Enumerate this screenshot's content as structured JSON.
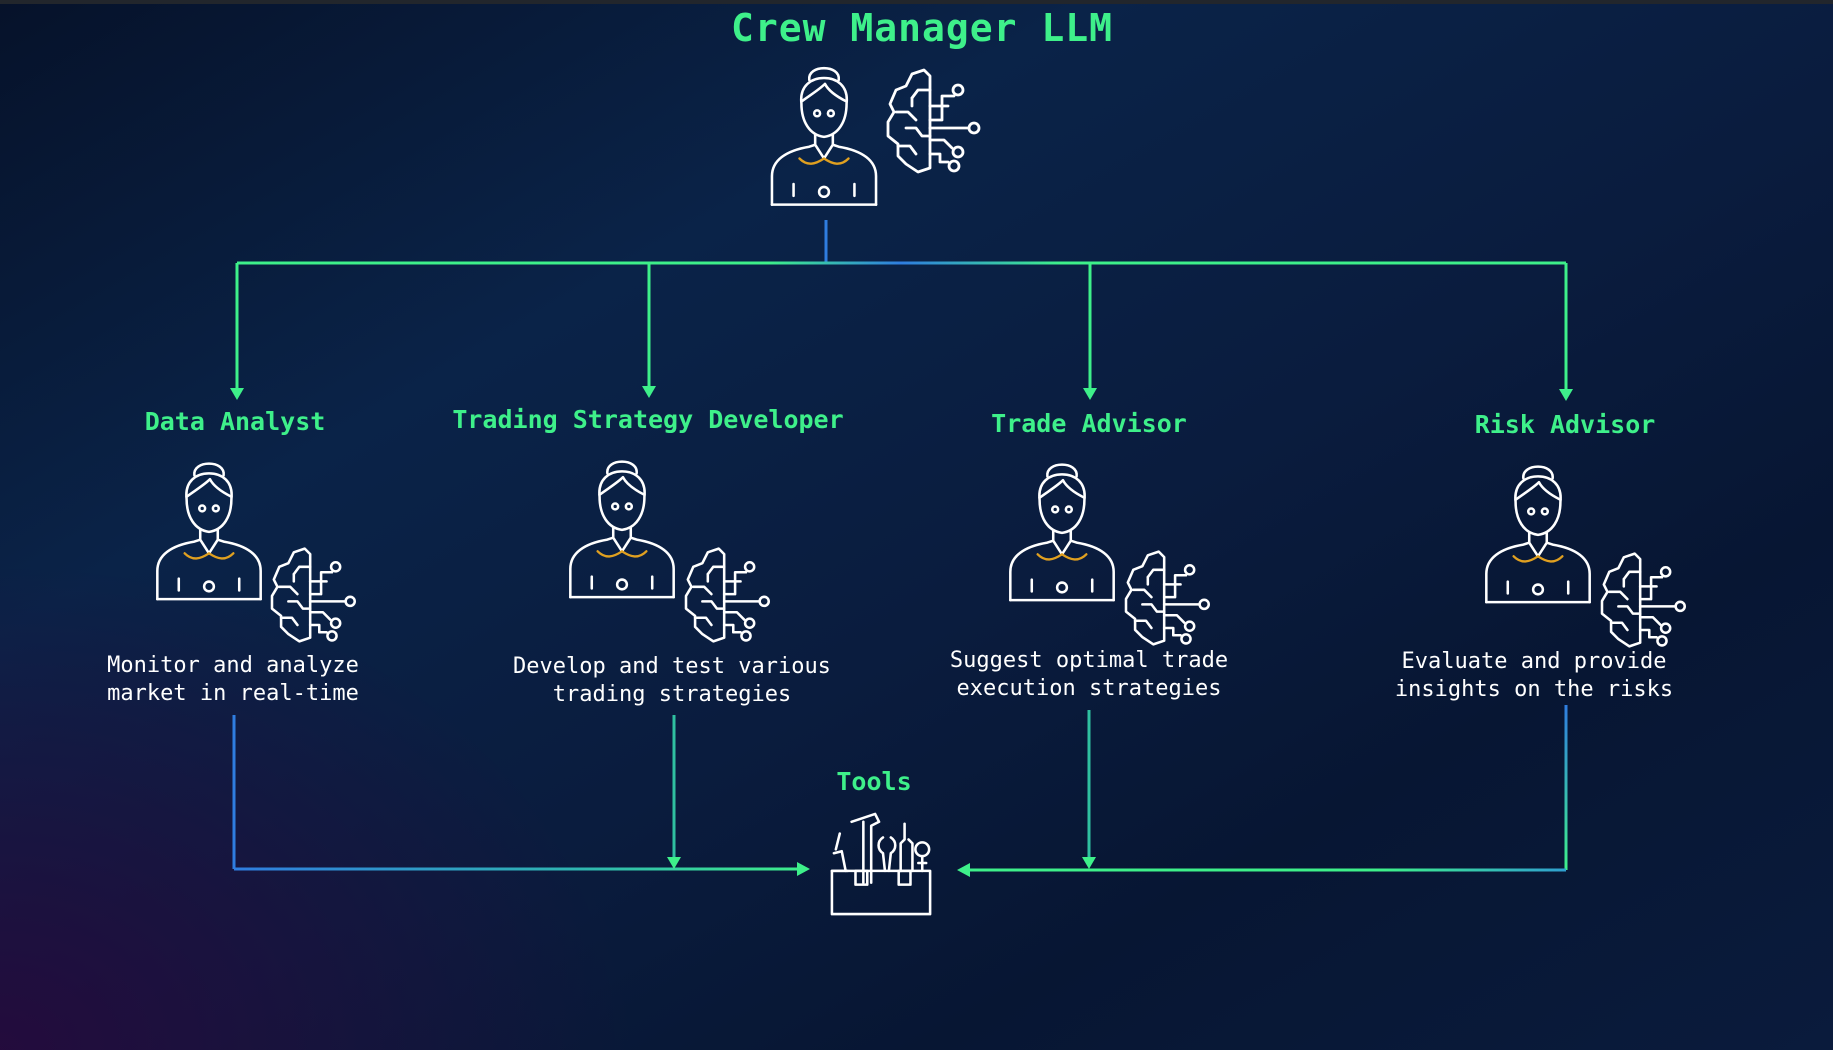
{
  "manager": {
    "title": "Crew Manager LLM"
  },
  "agents": [
    {
      "title": "Data Analyst",
      "description": "Monitor and analyze\nmarket in real-time"
    },
    {
      "title": "Trading Strategy Developer",
      "description": "Develop and test various\ntrading strategies"
    },
    {
      "title": "Trade Advisor",
      "description": "Suggest optimal trade\nexecution strategies"
    },
    {
      "title": "Risk Advisor",
      "description": "Evaluate and provide\ninsights on the risks"
    }
  ],
  "tools": {
    "title": "Tools"
  },
  "icons": {
    "person": "person-icon",
    "brain": "circuit-brain-icon",
    "toolbox": "toolbox-icon"
  },
  "colors": {
    "accent_green": "#3ef08a",
    "connector_blue": "#2f7de0",
    "icon_stroke": "#ffffff",
    "collar_orange": "#e0a020"
  }
}
